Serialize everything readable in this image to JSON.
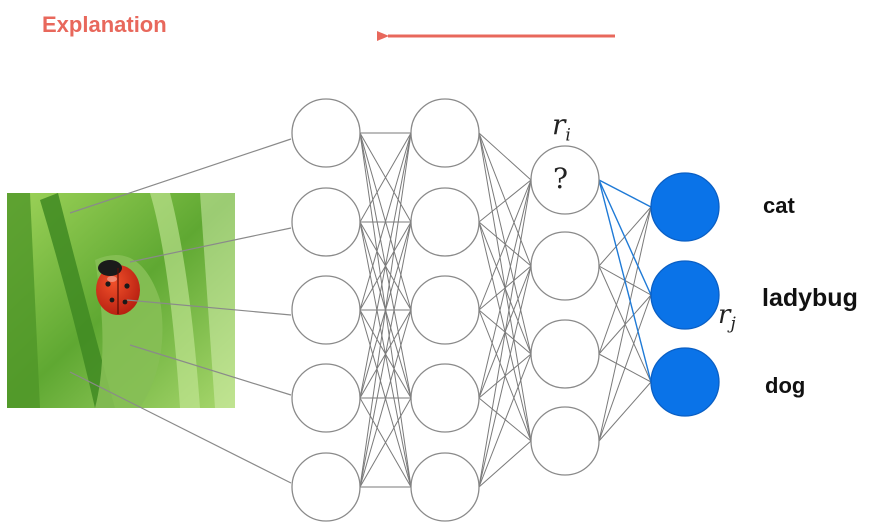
{
  "header": {
    "explanation_label": "Explanation"
  },
  "relevance_labels": {
    "r_i": "r",
    "r_i_sub": "i",
    "r_j": "r",
    "r_j_sub": "j",
    "unknown_node": "?"
  },
  "output_classes": [
    "cat",
    "ladybug",
    "dog"
  ],
  "network": {
    "layers": [
      5,
      5,
      4,
      3
    ],
    "output_color": "#0a73e8",
    "highlight_edge_color": "#1f7ad6",
    "edge_color": "#7a7a7a",
    "arrow_color": "#e8685c"
  },
  "input_image": {
    "subject": "ladybug on grass leaf"
  }
}
